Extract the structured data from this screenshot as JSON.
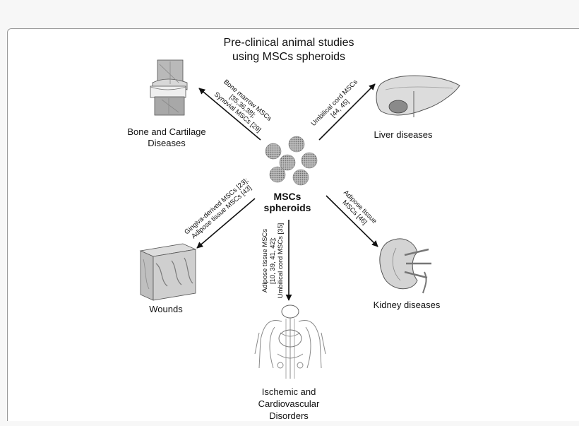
{
  "title": {
    "line1": "Pre-clinical animal studies",
    "line2": "using MSCs spheroids"
  },
  "center": {
    "line1": "MSCs",
    "line2": "spheroids"
  },
  "targets": {
    "bone": {
      "line1": "Bone and Cartilage",
      "line2": "Diseases"
    },
    "liver": {
      "line1": "Liver diseases"
    },
    "wounds": {
      "line1": "Wounds"
    },
    "kidney": {
      "line1": "Kidney diseases"
    },
    "cardio": {
      "line1": "Ischemic and",
      "line2": "Cardiovascular",
      "line3": "Disorders"
    }
  },
  "arrows": {
    "bone": {
      "line1": "Bone marrow MSCs",
      "line2": "[35,36,38];",
      "line3": "Synovial MSCs [29]"
    },
    "liver": {
      "line1": "Umbilical cord MSCs",
      "line2": "[44, 45]"
    },
    "wounds": {
      "line1": "Gingiva-derived MSCs [23];",
      "line2": "Adipose tissue MSCs [43]"
    },
    "kidney": {
      "line1": "Adipose tissue",
      "line2": "MSCs [46]"
    },
    "cardio": {
      "line1": "Adipose tissue MSCs",
      "line2": "[10, 39, 41, 42];",
      "line3": "Umbilical cord MSCs [35]"
    }
  },
  "colors": {
    "ink": "#111111",
    "illustration": "#8a8a8a",
    "panel": "#ffffff"
  }
}
